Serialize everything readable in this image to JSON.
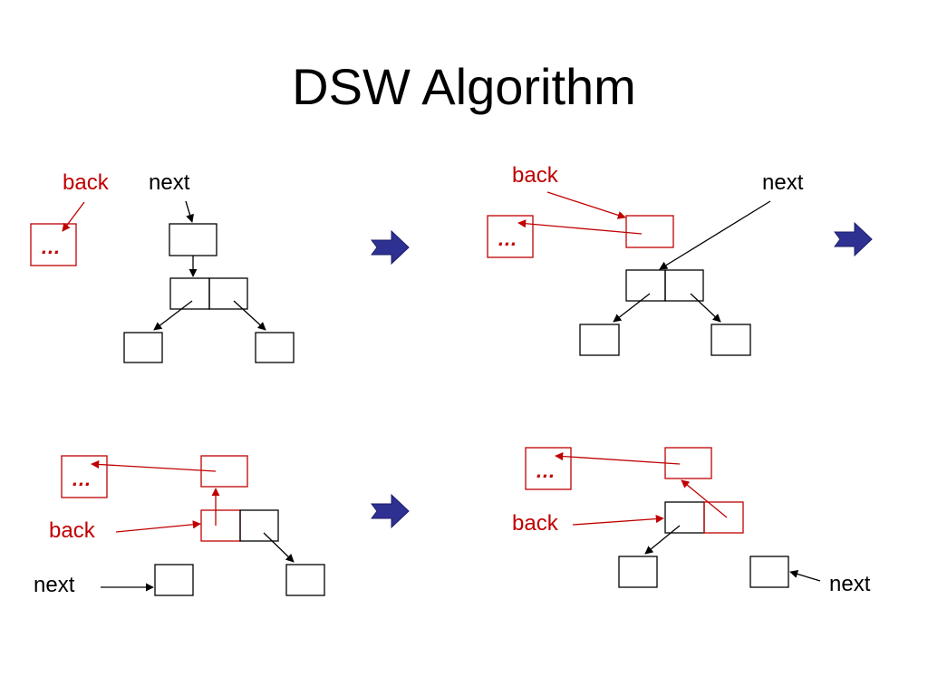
{
  "title": "DSW Algorithm",
  "colors": {
    "pointer_red": "#c00000",
    "node_black": "#000000",
    "transition_arrow": "#2e3192"
  },
  "labels": {
    "back": "back",
    "next": "next",
    "ellipsis": "…"
  },
  "panels": [
    {
      "name": "step-1",
      "back_label": "back",
      "next_label": "next",
      "ellipsis": "…"
    },
    {
      "name": "step-2",
      "back_label": "back",
      "next_label": "next",
      "ellipsis": "…"
    },
    {
      "name": "step-3",
      "back_label": "back",
      "next_label": "next",
      "ellipsis": "…"
    },
    {
      "name": "step-4",
      "back_label": "back",
      "next_label": "next",
      "ellipsis": "…"
    }
  ]
}
